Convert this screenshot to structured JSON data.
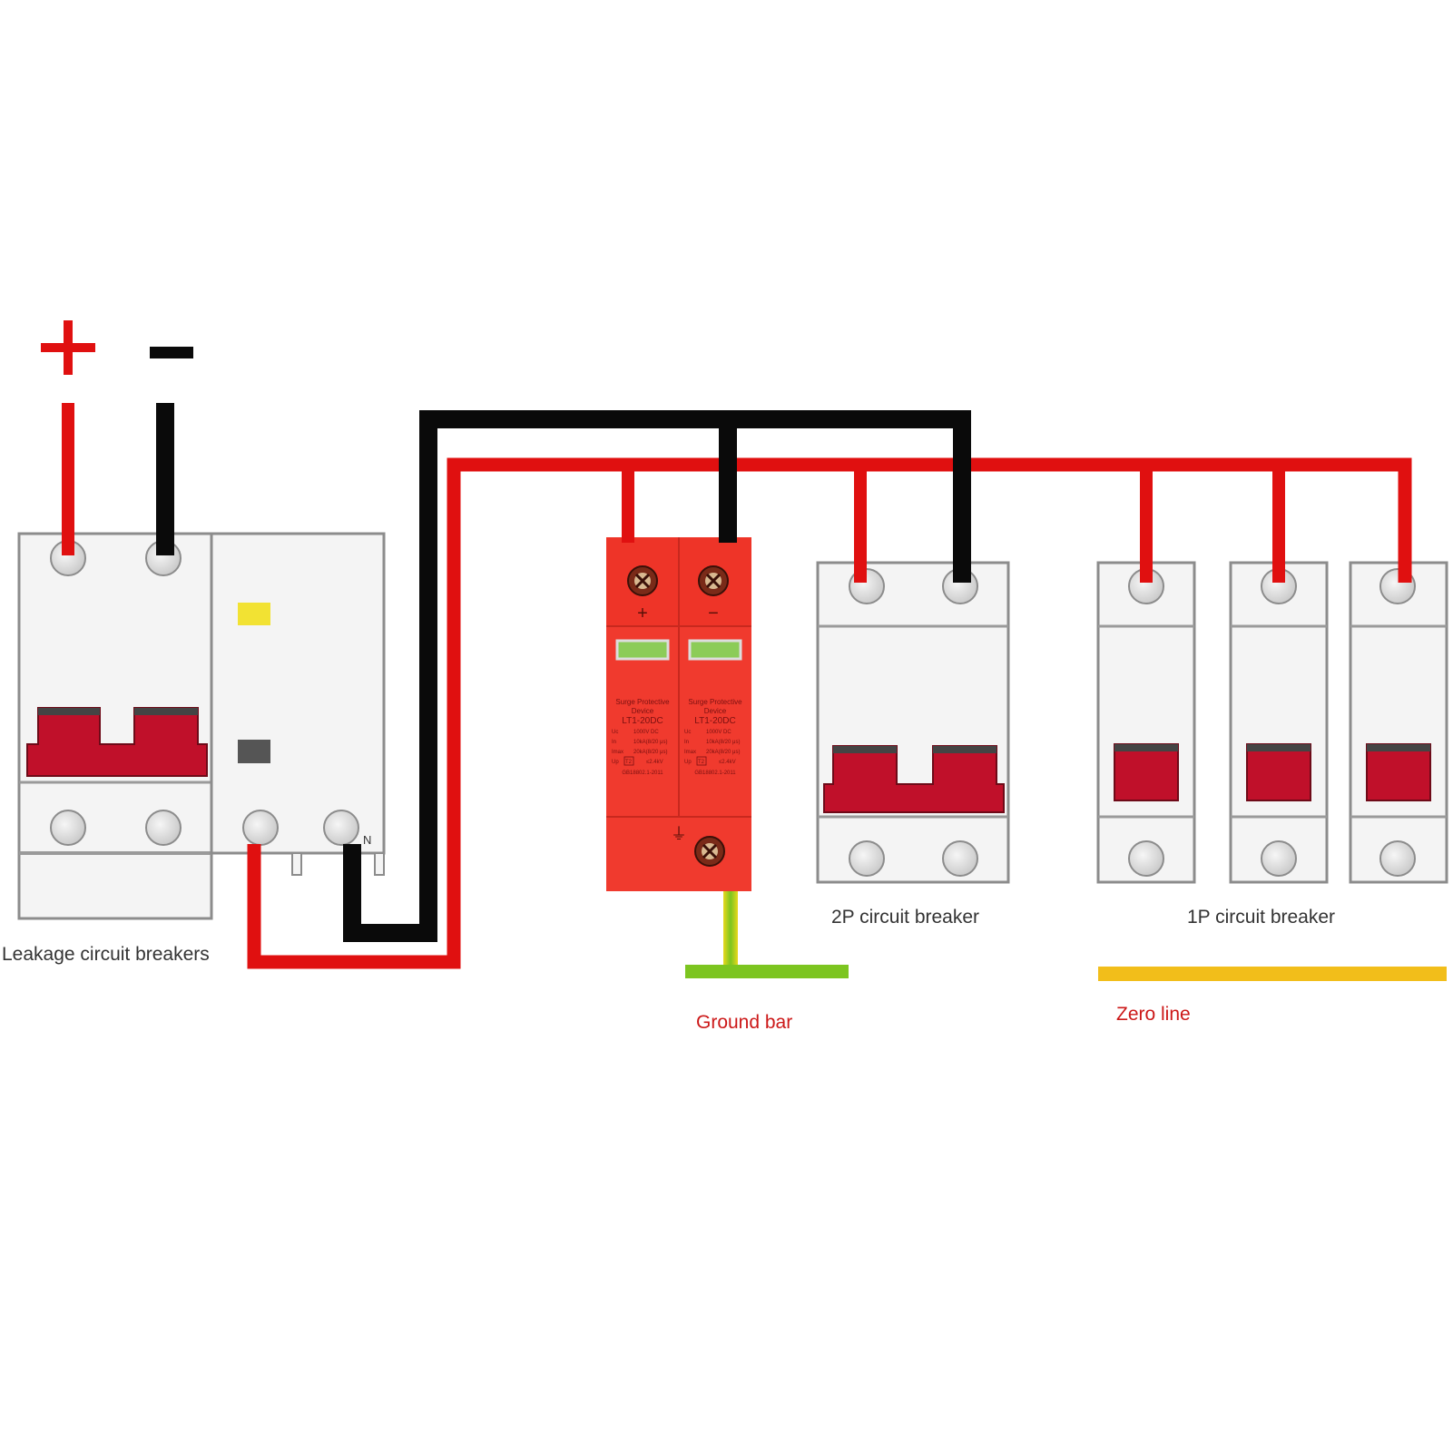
{
  "terminals": {
    "positive_symbol": "+",
    "negative_symbol": "−"
  },
  "labels": {
    "leakage_breakers": "Leakage circuit breakers",
    "two_pole_breaker": "2P circuit breaker",
    "one_pole_breaker": "1P circuit breaker",
    "ground_bar": "Ground bar",
    "zero_line": "Zero line",
    "rcd_neutral_mark": "N"
  },
  "surge_protector": {
    "left_module": {
      "terminal_symbol": "+",
      "line1": "Surge Protective",
      "line2": "Device",
      "model": "LT1-20DC",
      "specs": [
        {
          "key": "Uc",
          "value": "1000V DC"
        },
        {
          "key": "In",
          "value": "10kA(8/20 μs)"
        },
        {
          "key": "Imax",
          "value": "20kA(8/20 μs)"
        },
        {
          "key": "Up",
          "value": "≤2.4kV"
        }
      ],
      "class_mark": "T2",
      "standard": "GB18802.1-2011"
    },
    "right_module": {
      "terminal_symbol": "−",
      "line1": "Surge Protective",
      "line2": "Device",
      "model": "LT1-20DC",
      "specs": [
        {
          "key": "Uc",
          "value": "1000V DC"
        },
        {
          "key": "In",
          "value": "10kA(8/20 μs)"
        },
        {
          "key": "Imax",
          "value": "20kA(8/20 μs)"
        },
        {
          "key": "Up",
          "value": "≤2.4kV"
        }
      ],
      "class_mark": "T2",
      "standard": "GB18802.1-2011"
    },
    "ground_symbol": "⏚"
  },
  "colors": {
    "positive_wire": "#e01010",
    "negative_wire": "#0a0a0a",
    "breaker_body": "#f4f4f4",
    "breaker_outline": "#8c8c8c",
    "toggle": "#c0102a",
    "spd_body": "#f03a2e",
    "ground_bar": "#7cc520",
    "zero_line": "#f2be1a",
    "rcd_test_indicator": "#f2e233",
    "rcd_status_window": "#555555"
  }
}
